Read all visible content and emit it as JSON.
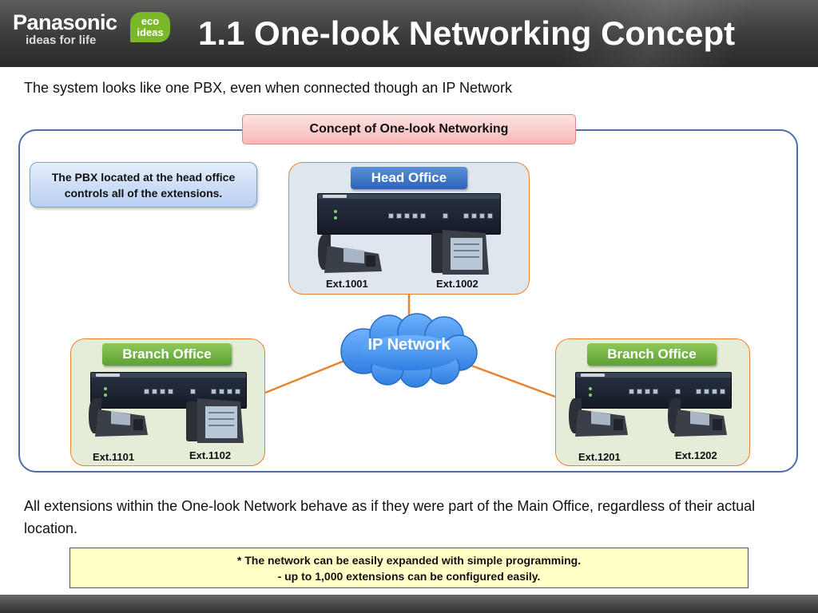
{
  "header": {
    "brand_name": "Panasonic",
    "brand_tagline": "ideas for life",
    "eco_badge_line1": "eco",
    "eco_badge_line2": "ideas",
    "title": "1.1   One-look Networking Concept"
  },
  "intro_text": "The system looks like one PBX, even when connected though an IP Network",
  "diagram": {
    "concept_label": "Concept of One-look Networking",
    "note": "The PBX located at the head office controls all of the extensions.",
    "network_label": "IP Network",
    "head_office": {
      "label": "Head Office",
      "extensions": [
        "Ext.1001",
        "Ext.1002"
      ]
    },
    "branch_office_1": {
      "label": "Branch Office",
      "extensions": [
        "Ext.1101",
        "Ext.1102"
      ]
    },
    "branch_office_2": {
      "label": "Branch Office",
      "extensions": [
        "Ext.1201",
        "Ext.1202"
      ]
    }
  },
  "bottom_text": "All extensions within the One-look Network behave as if they were part of the Main Office, regardless of their actual location.",
  "callout": {
    "line1": "* The network can be easily expanded with simple programming.",
    "line2": "- up to 1,000 extensions can be configured easily."
  },
  "colors": {
    "header_bg": "#3a3a3a",
    "frame_border": "#4a6fa5",
    "office_border": "#e8822e",
    "head_office_bg": "#dfe6ee",
    "branch_office_bg": "#e5edd8",
    "head_tag": "#2e64b5",
    "branch_tag": "#5ea033",
    "cloud": "#4a90e2",
    "link_line": "#e8822e",
    "callout_bg": "#ffffc6"
  },
  "icons": [
    "eco-ideas-badge",
    "pbx-unit-icon",
    "desk-phone-icon",
    "cloud-icon"
  ]
}
